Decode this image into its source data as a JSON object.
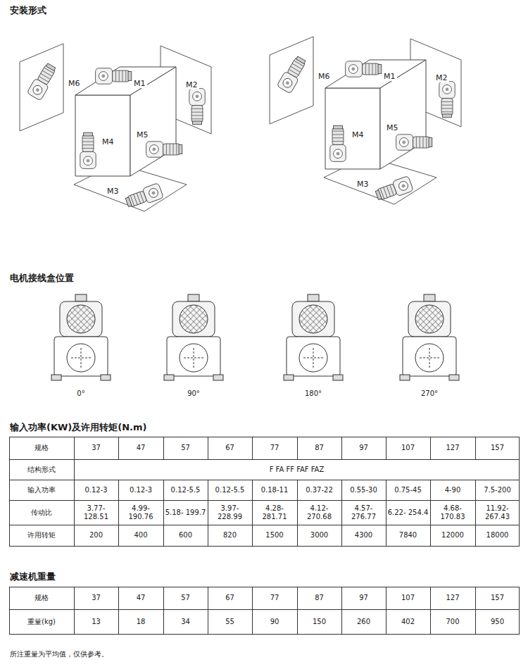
{
  "diagram": {
    "labels": [
      "安装形式",
      "M6",
      "M1",
      "M2",
      "M4",
      "M5",
      "M3",
      "M6",
      "M1",
      "M2",
      "M4",
      "M5",
      "M3",
      "电机接线盒位置",
      "0°",
      "90°",
      "180°",
      "270°",
      "输入功率(KW)及许用转矩(N.m)",
      "规格",
      "37",
      "47",
      "57",
      "67",
      "77",
      "87",
      "97",
      "107",
      "127",
      "157",
      "结构形式",
      "F FA FF FAF FAZ",
      "输入功率",
      "0.12-3",
      "0.12-3",
      "0.12-5.5",
      "0.12-5.5",
      "0.18-11",
      "0.37-22",
      "0.55-30",
      "0.75-45",
      "4-90",
      "7.5-200",
      "传动比",
      "3.77- 128.51",
      "4.99- 190.76",
      "5.18- 199.7",
      "3.97- 228.99",
      "4.28- 281.71",
      "4.12- 270.68",
      "4.57- 276.77",
      "6.22- 254.4",
      "4.68- 170.83",
      "11.92- 267.43",
      "许用转矩",
      "200",
      "400",
      "600",
      "820",
      "1500",
      "3000",
      "4300",
      "7840",
      "12000",
      "18000",
      "减速机重量",
      "规格",
      "37",
      "47",
      "57",
      "67",
      "77",
      "87",
      "97",
      "107",
      "127",
      "157",
      "重量(kg)",
      "13",
      "18",
      "34",
      "55",
      "90",
      "150",
      "260",
      "402",
      "700",
      "950",
      "所注重量为平均值，仅供参考。"
    ]
  }
}
